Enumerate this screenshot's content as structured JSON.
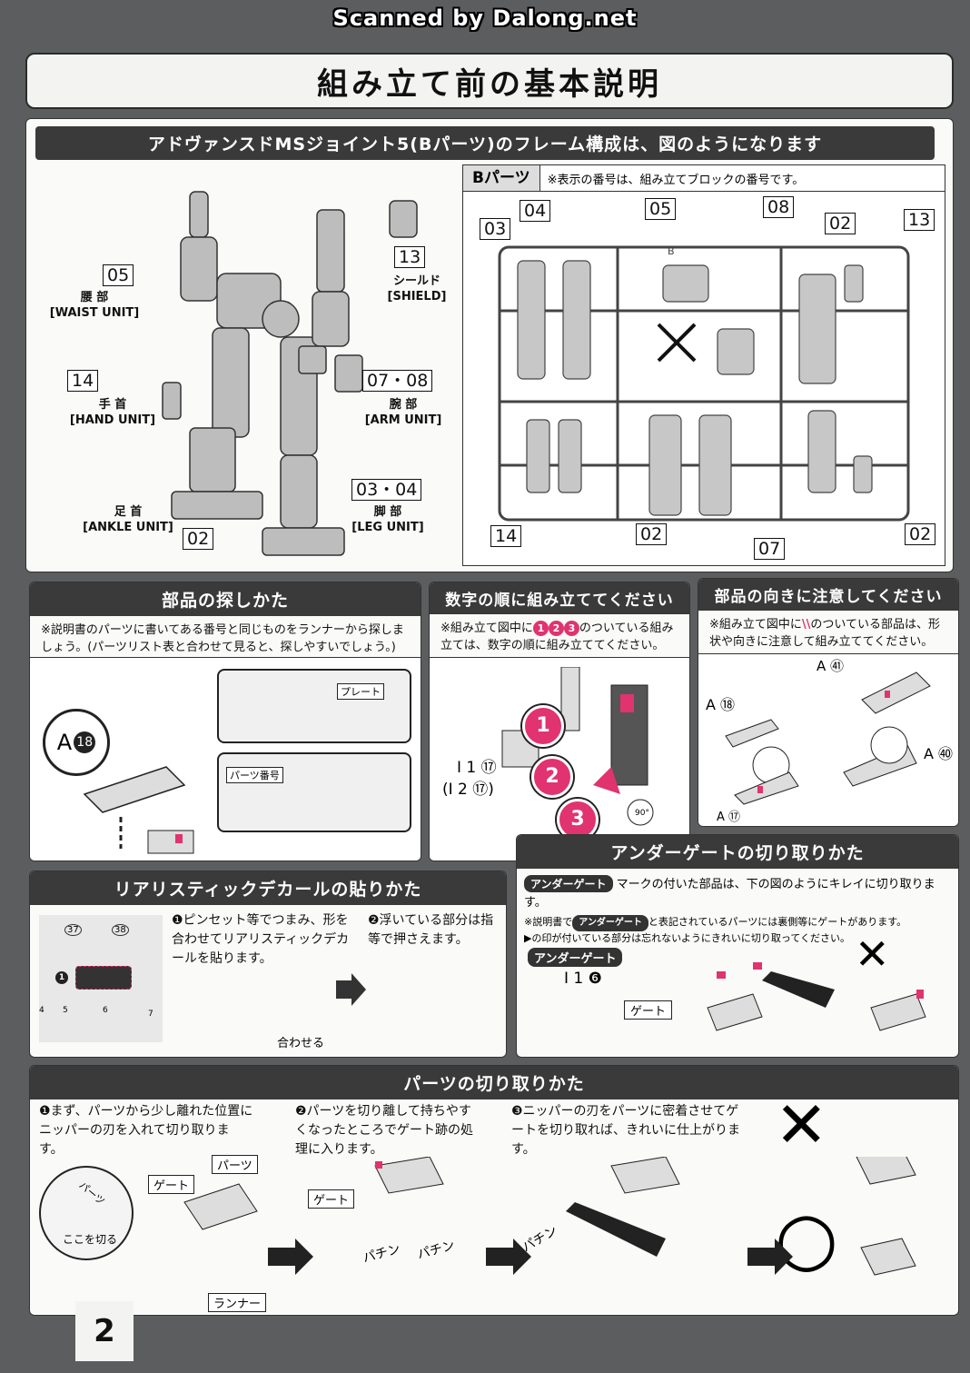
{
  "header": {
    "scan_credit": "Scanned by Dalong.net",
    "title": "組み立て前の基本説明"
  },
  "frame": {
    "heading": "アドヴァンスドMSジョイント5(Bパーツ)のフレーム構成は、図のようになります",
    "units": [
      {
        "num": "05",
        "jp": "腰 部",
        "en": "[WAIST UNIT]"
      },
      {
        "num": "13",
        "jp": "シールド",
        "en": "[SHIELD]"
      },
      {
        "num": "14",
        "jp": "手 首",
        "en": "[HAND UNIT]"
      },
      {
        "num": "07・08",
        "jp": "腕 部",
        "en": "[ARM UNIT]"
      },
      {
        "num": "03・04",
        "jp": "脚 部",
        "en": "[LEG UNIT]"
      },
      {
        "num": "02",
        "jp": "足 首",
        "en": "[ANKLE UNIT]"
      }
    ]
  },
  "runner": {
    "tag": "Bパーツ",
    "note": "※表示の番号は、組み立てブロックの番号です。",
    "runner_mark": "B",
    "labels": [
      "04",
      "05",
      "08",
      "02",
      "13",
      "03",
      "14",
      "02",
      "07",
      "02"
    ]
  },
  "find_parts": {
    "heading": "部品の探しかた",
    "note": "※説明書のパーツに書いてある番号と同じものをランナーから探しましょう。(パーツリスト表と合わせて見ると、探しやすいでしょう。)",
    "big_label": "A",
    "big_num": "18",
    "plate_label": "プレート",
    "part_number_label": "パーツ番号"
  },
  "order": {
    "heading": "数字の順に組み立ててください",
    "note_pre": "※組み立て図中に",
    "note_dots": [
      "1",
      "2",
      "3"
    ],
    "note_post": "のついている組み立ては、数字の順に組み立ててください。",
    "steps": [
      "1",
      "2",
      "3"
    ],
    "part_a": "I 1 ⑰",
    "part_b": "(I 2 ⑰)",
    "rotate": "90°"
  },
  "orientation": {
    "heading": "部品の向きに注意してください",
    "note_pre": "※組み立て図中に",
    "note_mark": "\\\\",
    "note_post": "のついている部品は、形状や向きに注意して組み立ててください。",
    "labels": [
      "A ㊶",
      "A ⑱",
      "A ㊵",
      "A ⑰"
    ]
  },
  "decal": {
    "heading": "リアリスティックデカールの貼りかた",
    "sheet_numbers": [
      "37",
      "38",
      "1",
      "4",
      "5",
      "6",
      "7"
    ],
    "step1": "❶ピンセット等でつまみ、形を合わせてリアリスティックデカールを貼ります。",
    "step1_label": "合わせる",
    "step2": "❷浮いている部分は指等で押さえます。"
  },
  "undergate": {
    "heading": "アンダーゲートの切り取りかた",
    "tag": "アンダーゲート",
    "line1": "マークの付いた部品は、下の図のようにキレイに切り取ります。",
    "note1_pre": "※説明書で",
    "note1_post": "と表記されているパーツには裏側等にゲートがあります。",
    "note2": "▶の印が付いている部分は忘れないようにきれいに切り取ってください。",
    "part": "I 1 ❻",
    "gate_label": "ゲート",
    "bad_mark": "✕"
  },
  "cutting": {
    "heading": "パーツの切り取りかた",
    "step1": "❶まず、パーツから少し離れた位置にニッパーの刃を入れて切り取ります。",
    "step2": "❷パーツを切り離して持ちやすくなったところでゲート跡の処理に入ります。",
    "step3": "❸ニッパーの刃をパーツに密着させてゲートを切り取れば、きれいに仕上がります。",
    "labels": {
      "gate": "ゲート",
      "parts": "パーツ",
      "runner": "ランナー",
      "cut_here": "ここを切る",
      "gate2": "ゲート",
      "snap1": "パチン",
      "snap2": "パチン",
      "snap3": "パチン",
      "circle_parts": "パーツ"
    },
    "bad_mark": "✕",
    "good_mark": "○"
  },
  "page_number": "2",
  "colors": {
    "accent": "#e0336f",
    "header_bg": "#3a3a3a",
    "page_bg": "#5c5d5f"
  }
}
